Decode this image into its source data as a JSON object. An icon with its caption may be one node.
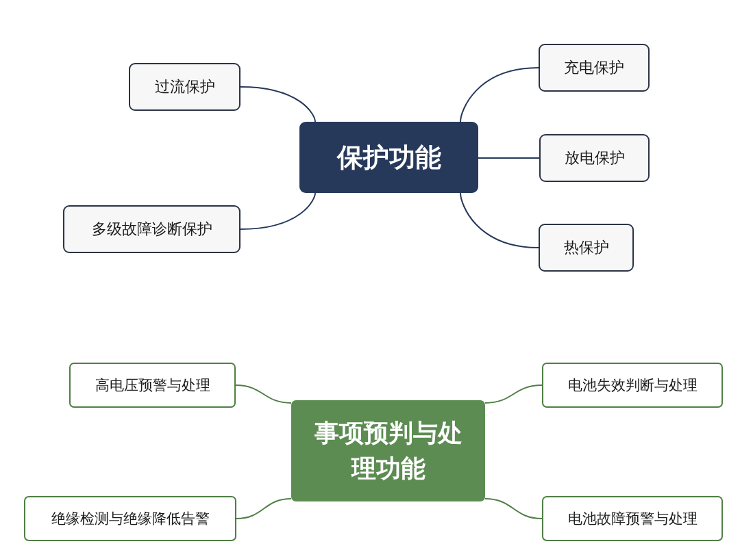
{
  "diagram": {
    "nodes": [
      {
        "text": [
          "保护功能"
        ]
      },
      {
        "text": [
          "过流保护"
        ]
      },
      {
        "text": [
          "充电保护"
        ]
      },
      {
        "text": [
          "放电保护"
        ]
      },
      {
        "text": [
          "多级故障诊断保护"
        ]
      },
      {
        "text": [
          "热保护"
        ]
      },
      {
        "text": [
          "事项预判与处理功能"
        ]
      },
      {
        "text": [
          "高电压预警与处理"
        ]
      },
      {
        "text": [
          "电池失效判断与处理"
        ]
      },
      {
        "text": [
          "绝缘检测与绝缘降低告警"
        ]
      },
      {
        "text": [
          "电池故障预警与处理"
        ]
      }
    ],
    "edges": [
      {
        "from": 0,
        "to": 1,
        "arrow": "none"
      },
      {
        "from": 0,
        "to": 2,
        "arrow": "none"
      },
      {
        "from": 0,
        "to": 3,
        "arrow": "none"
      },
      {
        "from": 0,
        "to": 4,
        "arrow": "none"
      },
      {
        "from": 0,
        "to": 5,
        "arrow": "none"
      },
      {
        "from": 6,
        "to": 7,
        "arrow": "none",
        "color": "#4f7f45"
      },
      {
        "from": 6,
        "to": 8,
        "arrow": "none",
        "color": "#4f7f45"
      },
      {
        "from": 6,
        "to": 9,
        "arrow": "none",
        "color": "#4f7f45"
      },
      {
        "from": 6,
        "to": 10,
        "arrow": "none",
        "color": "#4f7f45"
      }
    ]
  }
}
